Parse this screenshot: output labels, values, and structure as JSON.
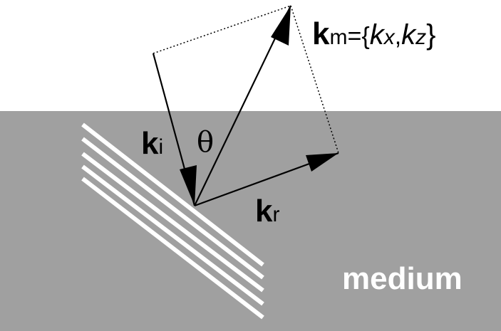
{
  "labels": {
    "k_bold": "k",
    "ki_sub": "i",
    "kr_sub": "r",
    "km_sub": "m",
    "km_eq": "={",
    "kx_k": "k",
    "kx_sub": "x",
    "comma": ",",
    "kz_k": "k",
    "kz_sub": "z",
    "close_brace": "}",
    "theta": "θ",
    "medium": "medium"
  },
  "colors": {
    "background": "#ffffff",
    "medium": "#a0a0a0",
    "grating": "#ffffff",
    "vector": "#000000"
  }
}
